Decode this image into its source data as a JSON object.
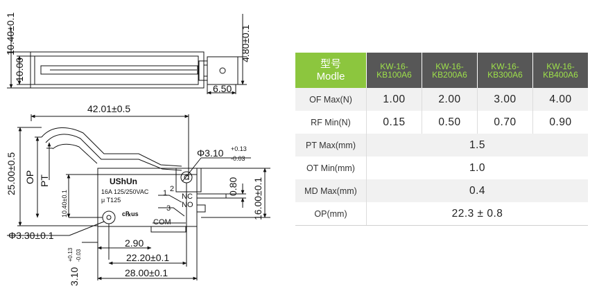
{
  "drawing": {
    "dims": {
      "top_width_height": "10.40±0.1",
      "top_body": "10.00",
      "top_terminal": "4.80±0.1",
      "top_pitch": "6.50",
      "overall_len": "42.01±0.5",
      "height_total": "25.00±0.5",
      "op": "OP",
      "pt": "PT",
      "hole_big": "Φ3.10",
      "hole_big_tol_up": "+0.13",
      "hole_big_tol_dn": "-0.03",
      "gap": "0.80",
      "body_h": "16.00±0.1",
      "mount_h": "10.40±0.1",
      "hole_small": "Φ3.30±0.1",
      "offset": "2.90",
      "hole_dist": "22.20±0.1",
      "body_len": "28.00±0.1",
      "bottom_dia": "3.10",
      "bottom_tol_up": "+0.13",
      "bottom_tol_dn": "-0.03"
    },
    "marking": {
      "brand": "UShUn",
      "rating": "16A 125/250VAC",
      "temp": "μ T125",
      "ul": "c℞us",
      "t1": "1",
      "t2": "2",
      "t3": "3",
      "nc": "NC",
      "no": "NO",
      "com": "COM"
    }
  },
  "table": {
    "header_cn": "型号",
    "header_en": "Modle",
    "models": [
      {
        "line1": "KW-16-",
        "line2": "KB100A6"
      },
      {
        "line1": "KW-16-",
        "line2": "KB200A6"
      },
      {
        "line1": "KW-16-",
        "line2": "KB300A6"
      },
      {
        "line1": "KW-16-",
        "line2": "KB400A6"
      }
    ],
    "rows": [
      {
        "label": "OF Max(N)",
        "values": [
          "1.00",
          "2.00",
          "3.00",
          "4.00"
        ]
      },
      {
        "label": "RF Min(N)",
        "values": [
          "0.15",
          "0.50",
          "0.70",
          "0.90"
        ]
      },
      {
        "label": "PT Max(mm)",
        "span": "1.5"
      },
      {
        "label": "OT Min(mm)",
        "span": "1.0"
      },
      {
        "label": "MD Max(mm)",
        "span": "0.4"
      },
      {
        "label": "OP(mm)",
        "span": "22.3 ± 0.8"
      }
    ]
  }
}
